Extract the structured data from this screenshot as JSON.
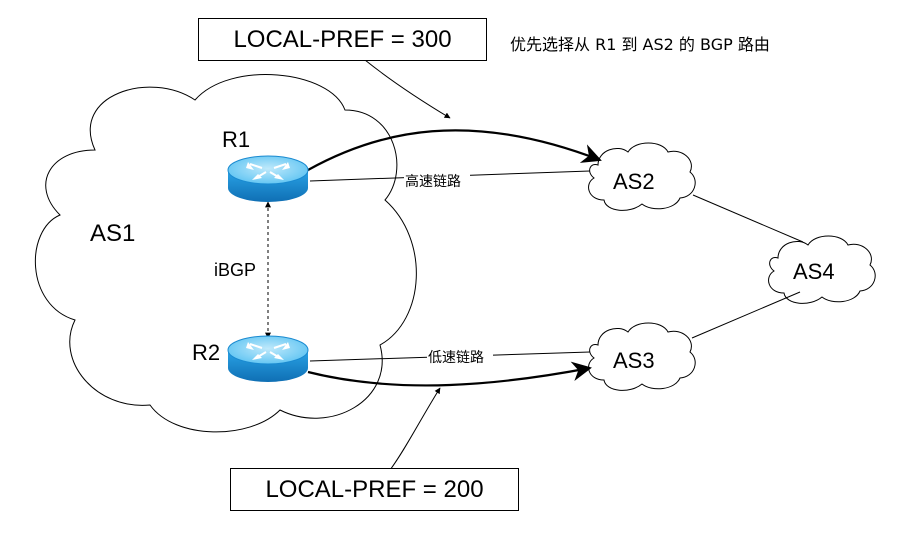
{
  "diagram": {
    "as1_label": "AS1",
    "r1_label": "R1",
    "r2_label": "R2",
    "ibgp_label": "iBGP",
    "as2_label": "AS2",
    "as3_label": "AS3",
    "as4_label": "AS4",
    "high_speed_link_label": "高速链路",
    "low_speed_link_label": "低速链路",
    "top_box_text": "LOCAL-PREF = 300",
    "bottom_box_text": "LOCAL-PREF = 200",
    "note_text": "优先选择从 R1 到 AS2 的 BGP 路由"
  },
  "colors": {
    "router_top": "#7fd3f7",
    "router_body": "#1f90d8",
    "router_edge": "#0d6aa8",
    "line": "#000000"
  },
  "icons": [
    "router-icon",
    "cloud-shape",
    "arrowhead-icon"
  ]
}
